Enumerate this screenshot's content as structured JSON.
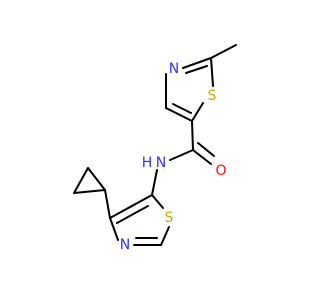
{
  "colors": {
    "background": "#ffffff",
    "bond": "#000000",
    "N": "#3333ff",
    "O": "#ff0d0d",
    "S": "#c8aa00"
  },
  "molecule": {
    "atoms": [
      {
        "id": "n_top",
        "element": "N",
        "label": "N"
      },
      {
        "id": "s_top",
        "element": "S",
        "label": "S"
      },
      {
        "id": "o_carbonyl",
        "element": "O",
        "label": "O"
      },
      {
        "id": "nh_amide",
        "element": "N",
        "label": "N"
      },
      {
        "id": "h_amide",
        "element": "H",
        "label": "H"
      },
      {
        "id": "s_bottom",
        "element": "S",
        "label": "S"
      },
      {
        "id": "n_bottom",
        "element": "N",
        "label": "N"
      }
    ]
  }
}
